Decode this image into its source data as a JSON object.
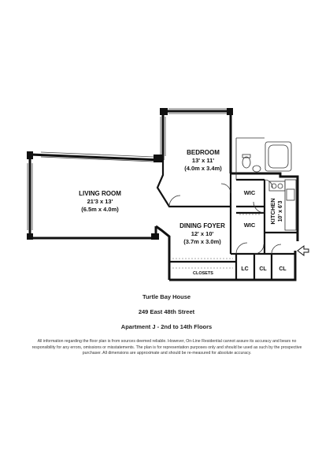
{
  "rooms": {
    "bedroom": {
      "name": "BEDROOM",
      "size_ft": "13' x 11'",
      "size_m": "(4.0m x 3.4m)"
    },
    "living_room": {
      "name": "LIVING ROOM",
      "size_ft": "21'3 x 13'",
      "size_m": "(6.5m x 4.0m)"
    },
    "dining_foyer": {
      "name": "DINING FOYER",
      "size_ft": "12' x 10'",
      "size_m": "(3.7m x 3.0m)"
    },
    "kitchen": {
      "name": "KITCHEN",
      "size_ft": "10' x 6'3"
    },
    "wic_1": "WIC",
    "wic_2": "WIC",
    "closets": "CLOSETS",
    "lc": "LC",
    "cl_1": "CL",
    "cl_2": "CL"
  },
  "building": {
    "name": "Turtle Bay House",
    "address": "249 East 48th Street",
    "unit": "Apartment J - 2nd to 14th Floors"
  },
  "disclaimer": "All information regarding the floor plan is from sources deemed reliable. However, On-Line Residential cannot assure its accuracy and bears no responsibility for any errors, omissions or misstatements. The plan is for representation purposes only and should be used as such by the prospective purchaser. All dimensions are approximate and should be re-measured for absolute accuracy."
}
